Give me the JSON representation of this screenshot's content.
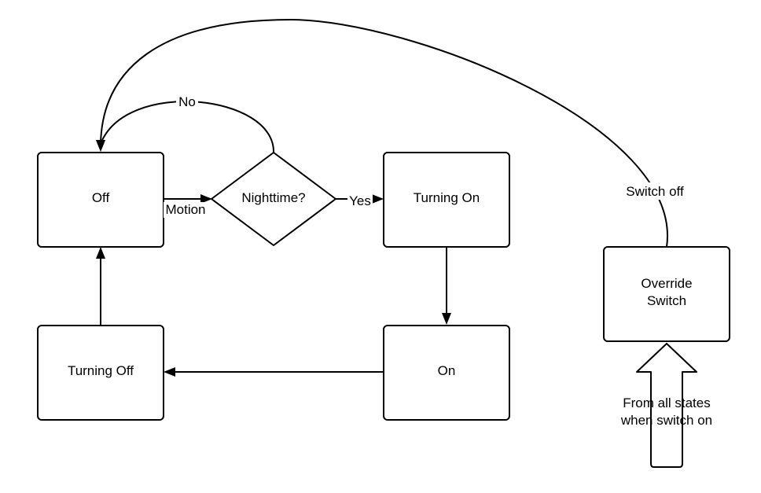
{
  "nodes": {
    "off": "Off",
    "nighttime": "Nighttime?",
    "turning_on": "Turning On",
    "on": "On",
    "turning_off": "Turning Off",
    "override_line1": "Override",
    "override_line2": "Switch"
  },
  "edges": {
    "motion": "Motion",
    "yes": "Yes",
    "no": "No",
    "switch_off": "Switch off"
  },
  "note": {
    "line1": "From all states",
    "line2": "when switch on"
  }
}
